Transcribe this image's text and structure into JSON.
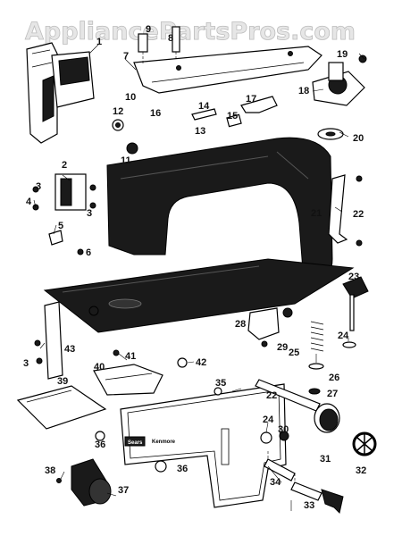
{
  "watermark": "AppliancePartsPros.com",
  "callouts": [
    {
      "id": "c1",
      "label": "1"
    },
    {
      "id": "c2",
      "label": "2"
    },
    {
      "id": "c3a",
      "label": "3"
    },
    {
      "id": "c3b",
      "label": "3"
    },
    {
      "id": "c3c",
      "label": "3"
    },
    {
      "id": "c4",
      "label": "4"
    },
    {
      "id": "c5",
      "label": "5"
    },
    {
      "id": "c6",
      "label": "6"
    },
    {
      "id": "c7",
      "label": "7"
    },
    {
      "id": "c8",
      "label": "8"
    },
    {
      "id": "c9",
      "label": "9"
    },
    {
      "id": "c10",
      "label": "10"
    },
    {
      "id": "c11",
      "label": "11"
    },
    {
      "id": "c12",
      "label": "12"
    },
    {
      "id": "c13",
      "label": "13"
    },
    {
      "id": "c14",
      "label": "14"
    },
    {
      "id": "c15",
      "label": "15"
    },
    {
      "id": "c16",
      "label": "16"
    },
    {
      "id": "c17",
      "label": "17"
    },
    {
      "id": "c18",
      "label": "18"
    },
    {
      "id": "c19",
      "label": "19"
    },
    {
      "id": "c20",
      "label": "20"
    },
    {
      "id": "c21",
      "label": "21"
    },
    {
      "id": "c22a",
      "label": "22"
    },
    {
      "id": "c22b",
      "label": "22"
    },
    {
      "id": "c23",
      "label": "23"
    },
    {
      "id": "c24a",
      "label": "24"
    },
    {
      "id": "c24b",
      "label": "24"
    },
    {
      "id": "c25",
      "label": "25"
    },
    {
      "id": "c26",
      "label": "26"
    },
    {
      "id": "c27",
      "label": "27"
    },
    {
      "id": "c28",
      "label": "28"
    },
    {
      "id": "c29",
      "label": "29"
    },
    {
      "id": "c30",
      "label": "30"
    },
    {
      "id": "c31",
      "label": "31"
    },
    {
      "id": "c32",
      "label": "32"
    },
    {
      "id": "c33",
      "label": "33"
    },
    {
      "id": "c34",
      "label": "34"
    },
    {
      "id": "c35",
      "label": "35"
    },
    {
      "id": "c36a",
      "label": "36"
    },
    {
      "id": "c36b",
      "label": "36"
    },
    {
      "id": "c37",
      "label": "37"
    },
    {
      "id": "c38",
      "label": "38"
    },
    {
      "id": "c39",
      "label": "39"
    },
    {
      "id": "c40",
      "label": "40"
    },
    {
      "id": "c41",
      "label": "41"
    },
    {
      "id": "c42",
      "label": "42"
    },
    {
      "id": "c43",
      "label": "43"
    }
  ],
  "plate": {
    "brand": "Sears",
    "model": "Kenmore"
  }
}
